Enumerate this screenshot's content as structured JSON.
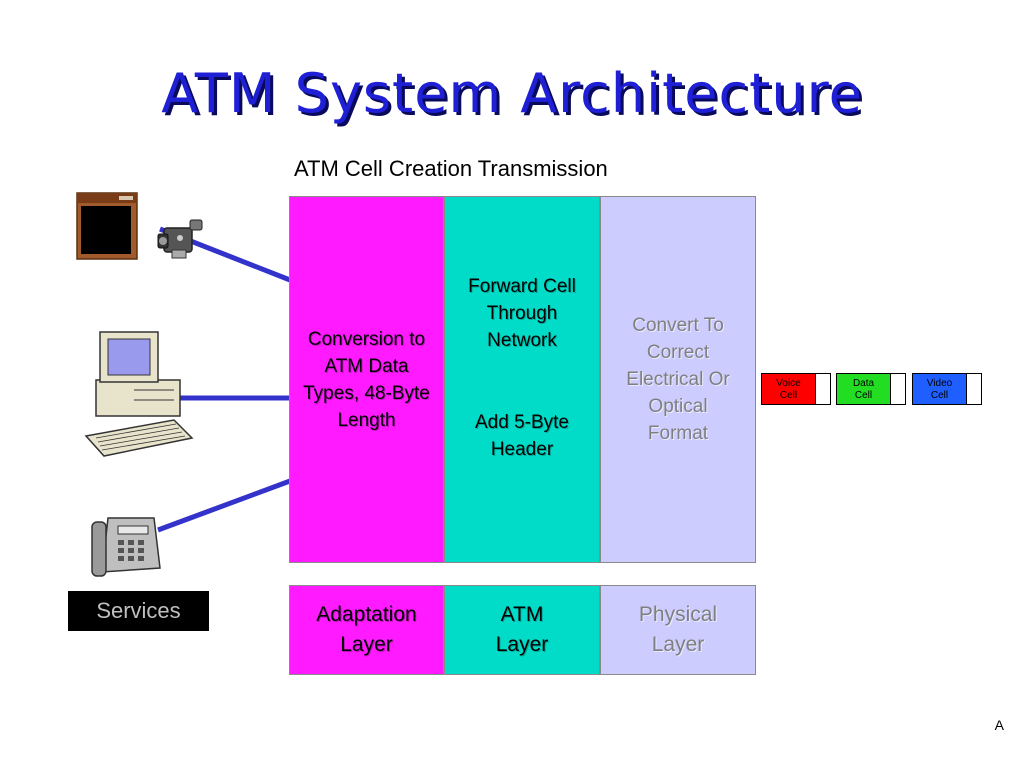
{
  "title": "ATM System Architecture",
  "subtitle": "ATM Cell Creation Transmission",
  "columns": {
    "adaptation": [
      "Conversion to",
      "ATM Data",
      "Types, 48-Byte",
      "Length"
    ],
    "atm_top": [
      "Forward Cell",
      "Through",
      "Network"
    ],
    "atm_bottom": [
      "Add 5-Byte",
      "Header"
    ],
    "physical": [
      "Convert To",
      "Correct",
      "Electrical Or",
      "Optical",
      "Format"
    ]
  },
  "layers": {
    "adaptation": [
      "Adaptation",
      "Layer"
    ],
    "atm": [
      "ATM",
      "Layer"
    ],
    "physical": [
      "Physical",
      "Layer"
    ]
  },
  "cells": {
    "voice": [
      "Voice",
      "Cell"
    ],
    "data": [
      "Data",
      "Cell"
    ],
    "video": [
      "Video",
      "Cell"
    ]
  },
  "services_label": "Services",
  "corner_mark": "A",
  "colors": {
    "adaptation": "#ff1aff",
    "atm": "#00dcc8",
    "physical": "#ccccff",
    "title": "#1f1fd6",
    "link": "#3333cc"
  },
  "icons": [
    "television-icon",
    "video-camera-icon",
    "computer-icon",
    "telephone-icon"
  ]
}
